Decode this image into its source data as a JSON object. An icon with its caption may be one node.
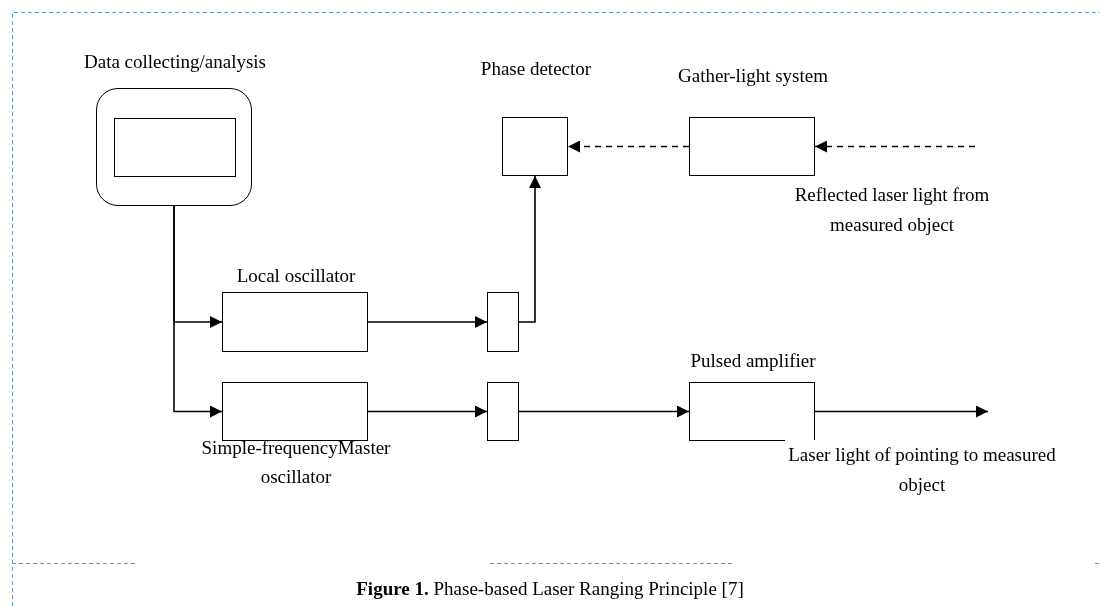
{
  "diagram": {
    "nodes": [
      {
        "text": [
          "Data collecting/analysis"
        ]
      },
      {
        "text": [],
        "shape": "box",
        "in": 0
      },
      {
        "text": [
          "Phase detector"
        ]
      },
      {
        "text": [
          "Gather-light system"
        ]
      },
      {
        "text": [
          "Local oscillator"
        ]
      },
      {
        "text": [],
        "shape": "box"
      },
      {
        "text": [
          "Simple-frequencyMaster oscillator"
        ]
      },
      {
        "text": [],
        "shape": "box"
      },
      {
        "text": [
          "Pulsed amplifier"
        ]
      }
    ],
    "edges": [
      {
        "from": 0,
        "to": 4,
        "arrow": "to"
      },
      {
        "from": 0,
        "to": 6,
        "arrow": "to"
      },
      {
        "from": 4,
        "to": 5,
        "arrow": "to"
      },
      {
        "from": 5,
        "to": 2,
        "arrow": "to"
      },
      {
        "from": 6,
        "to": 7,
        "arrow": "to"
      },
      {
        "from": 7,
        "to": 8,
        "arrow": "to"
      },
      {
        "from": 8,
        "to": null,
        "arrow": "to",
        "label": "Laser light of pointing to measured object"
      },
      {
        "from": 3,
        "to": 2,
        "arrow": "to",
        "style": "dashed"
      },
      {
        "from": null,
        "to": 3,
        "arrow": "to",
        "style": "dashed",
        "label": "Reflected laser light from measured object"
      }
    ],
    "caption": "**Figure 1.** Phase-based Laser Ranging Principle [7]"
  }
}
